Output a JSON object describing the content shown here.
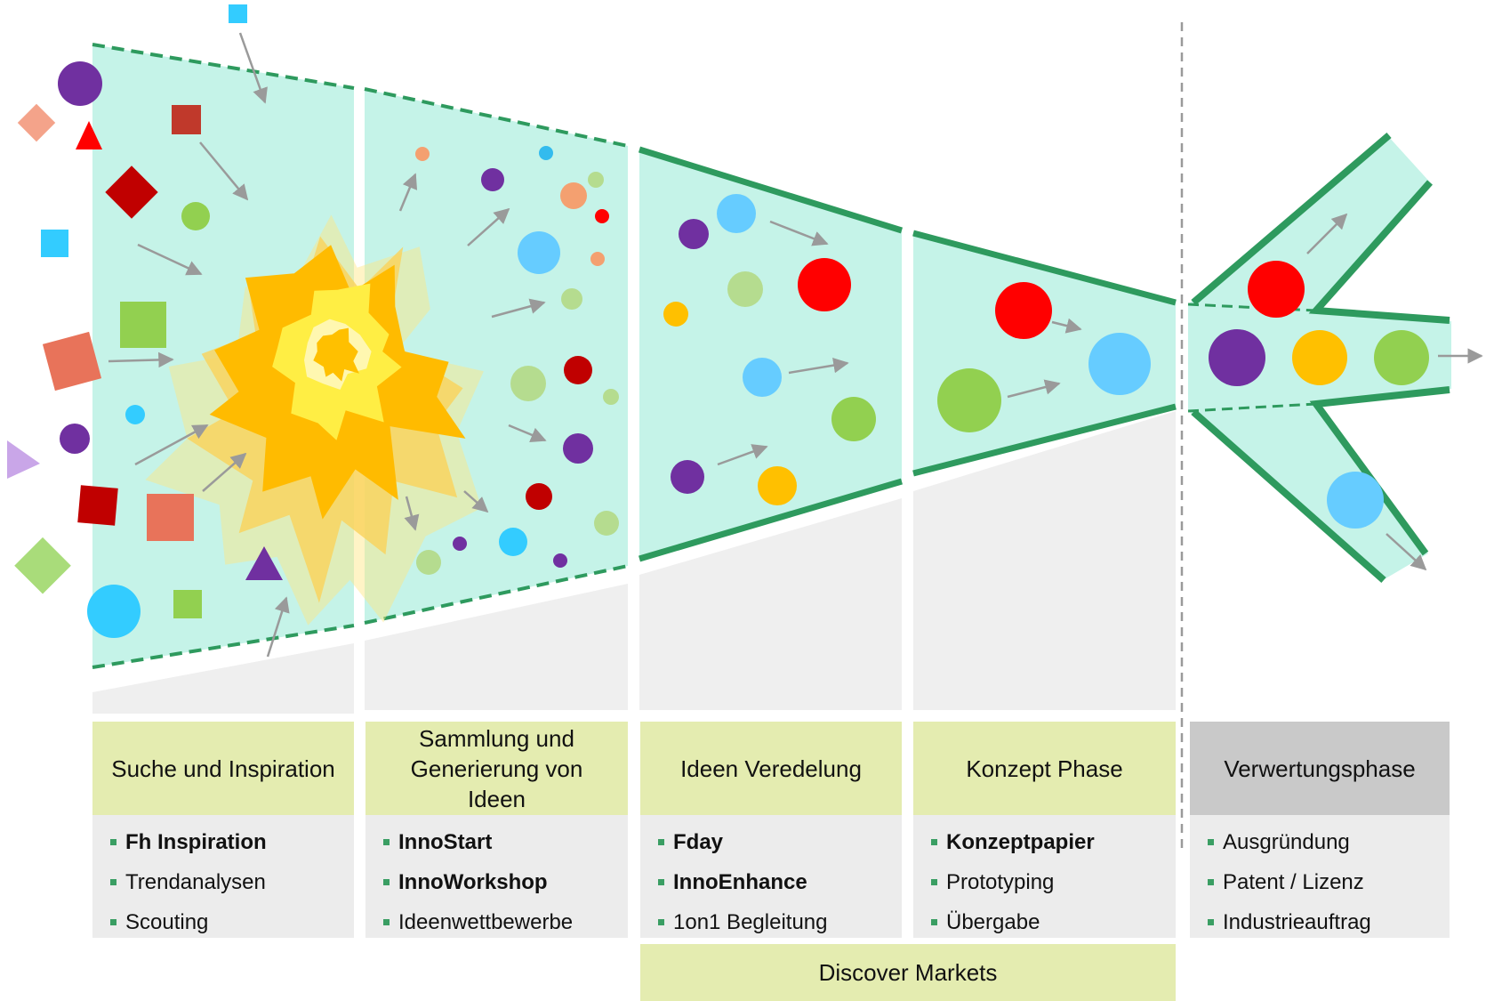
{
  "phases": [
    {
      "title": "Suche und Inspiration",
      "items": [
        {
          "label": "Fh Inspiration",
          "bold": true
        },
        {
          "label": "Trendanalysen",
          "bold": false
        },
        {
          "label": "Scouting",
          "bold": false
        }
      ]
    },
    {
      "title": "Sammlung und Generierung von Ideen",
      "items": [
        {
          "label": "InnoStart",
          "bold": true
        },
        {
          "label": "InnoWorkshop",
          "bold": true
        },
        {
          "label": "Ideenwettbewerbe",
          "bold": false
        }
      ]
    },
    {
      "title": "Ideen Veredelung",
      "items": [
        {
          "label": "Fday",
          "bold": true
        },
        {
          "label": "InnoEnhance",
          "bold": true
        },
        {
          "label": "1on1 Begleitung",
          "bold": false
        }
      ]
    },
    {
      "title": "Konzept Phase",
      "items": [
        {
          "label": "Konzeptpapier",
          "bold": true
        },
        {
          "label": "Prototyping",
          "bold": false
        },
        {
          "label": "Übergabe",
          "bold": false
        }
      ]
    },
    {
      "title": "Verwertungsphase",
      "items": [
        {
          "label": "Ausgründung",
          "bold": false
        },
        {
          "label": "Patent / Lizenz",
          "bold": false
        },
        {
          "label": "Industrieauftrag",
          "bold": false
        }
      ]
    }
  ],
  "band": {
    "label": "Discover Markets"
  },
  "colors": {
    "funnel_fill": "#c5f3e8",
    "funnel_border": "#2e9a5e",
    "phase_header": "#e4ecb0",
    "phase_header_exploit": "#c9c9c9",
    "list_bg": "#ececec",
    "purple": "#7030a0",
    "red": "#ff0000",
    "blue": "#66ccff",
    "green": "#92d050",
    "orange": "#ffc000"
  }
}
